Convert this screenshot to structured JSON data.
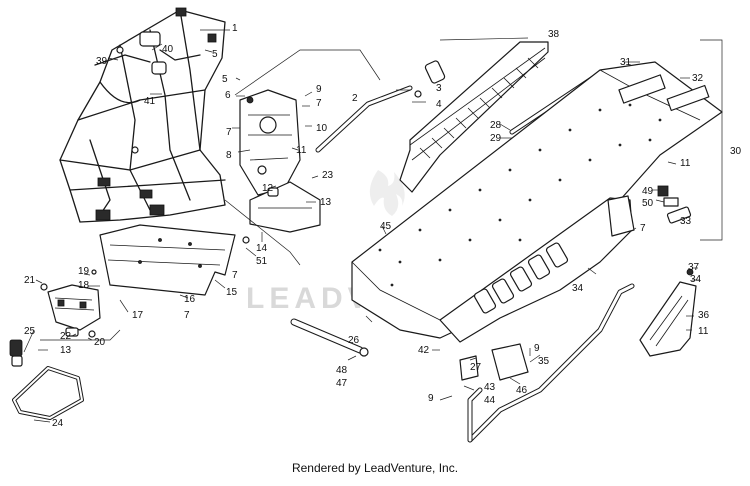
{
  "watermark": "LEADVENTURE",
  "credit": "Rendered by LeadVenture, Inc.",
  "callouts": [
    "1",
    "2",
    "3",
    "4",
    "5",
    "6",
    "7",
    "8",
    "9",
    "10",
    "11",
    "12",
    "13",
    "14",
    "15",
    "16",
    "17",
    "18",
    "19",
    "20",
    "21",
    "22",
    "23",
    "24",
    "25",
    "26",
    "27",
    "28",
    "29",
    "30",
    "31",
    "32",
    "33",
    "34",
    "35",
    "36",
    "37",
    "38",
    "39",
    "40",
    "41",
    "42",
    "43",
    "44",
    "45",
    "46",
    "47",
    "48",
    "49",
    "50",
    "51"
  ]
}
